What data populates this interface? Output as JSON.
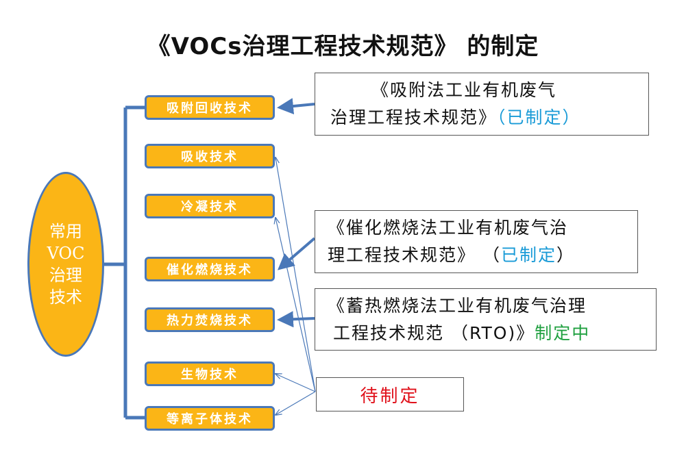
{
  "title": "《VOCs治理工程技术规范》 的制定",
  "center_node": "常用\nVOC\n治理\n技术",
  "technologies": [
    {
      "label": "吸附回收技术"
    },
    {
      "label": "吸收技术"
    },
    {
      "label": "冷凝技术"
    },
    {
      "label": "催化燃烧技术"
    },
    {
      "label": "热力焚烧技术"
    },
    {
      "label": "生物技术"
    },
    {
      "label": "等离子体技术"
    }
  ],
  "standards": [
    {
      "line1": "《吸附法工业有机废气",
      "line2": "治理工程技术规范》",
      "status": "（已制定）"
    },
    {
      "line1": "《催化燃烧法工业有机废气治",
      "line2": "理工程技术规范》 （",
      "status": "已制定",
      "tail": "）"
    },
    {
      "line1": "《蓄热燃烧法工业有机废气治理",
      "line2": "工程技术规范 （RTO)》",
      "status": "制定中"
    }
  ],
  "pending_label": "待制定",
  "colors": {
    "node_fill": "#fbb516",
    "border_blue": "#4a78b8",
    "done": "#1a9bd7",
    "in_progress": "#20a040",
    "pending": "#e0101a"
  }
}
